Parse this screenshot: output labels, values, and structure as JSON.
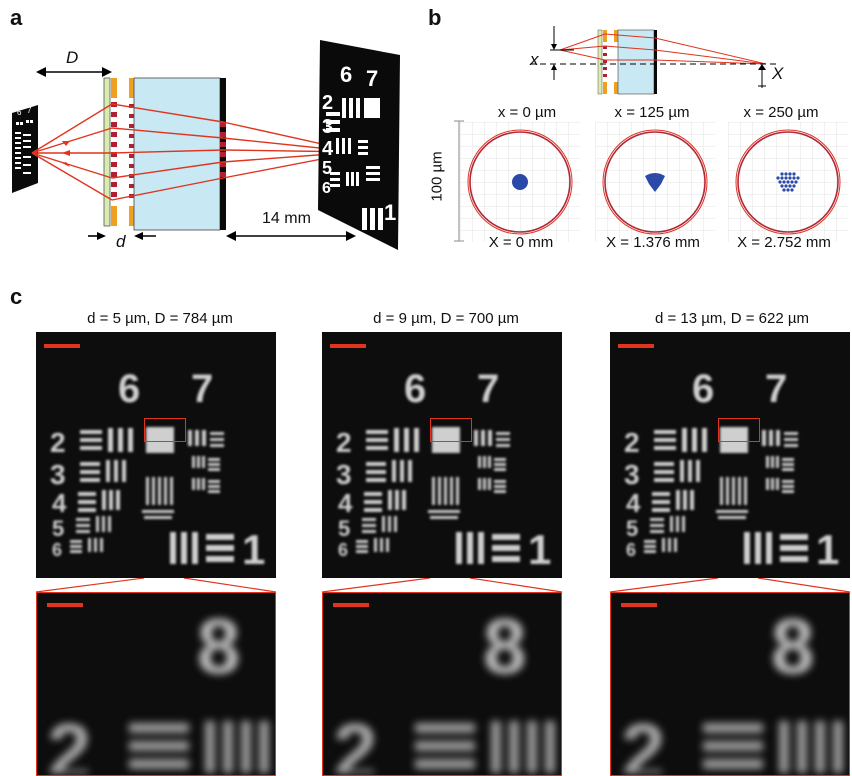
{
  "panels": {
    "a": {
      "label": "a",
      "D_label": "D",
      "d_label": "d",
      "distance_label": "14 mm",
      "small_target_digits": [
        "6",
        "7"
      ],
      "big_target_digits": [
        "6",
        "7",
        "2",
        "3",
        "4",
        "5",
        "6",
        "1"
      ]
    },
    "b": {
      "label": "b",
      "x_label": "x",
      "X_label": "X",
      "scale_label": "100 µm",
      "spots": [
        {
          "top": "x = 0 µm",
          "bottom": "X = 0 mm"
        },
        {
          "top": "x = 125 µm",
          "bottom": "X = 1.376 mm"
        },
        {
          "top": "x = 250 µm",
          "bottom": "X = 2.752 mm"
        }
      ]
    },
    "c": {
      "label": "c",
      "columns": [
        {
          "title": "d = 5 µm, D = 784 µm"
        },
        {
          "title": "d = 9 µm, D = 700 µm"
        },
        {
          "title": "d = 13 µm, D = 622 µm"
        }
      ],
      "target_digits": {
        "six": "6",
        "seven": "7",
        "row2": "2",
        "row3": "3",
        "row4": "4",
        "row5": "5",
        "row6": "6",
        "one": "1"
      },
      "zoom_digits": {
        "eight": "8",
        "two": "2"
      }
    }
  },
  "colors": {
    "ray": "#e0341f",
    "lens": "#c8e8f3",
    "ridge": "#b02030",
    "orange": "#f0a020",
    "spot": "#2a49a8",
    "background_tile": "#0d0d0d"
  }
}
